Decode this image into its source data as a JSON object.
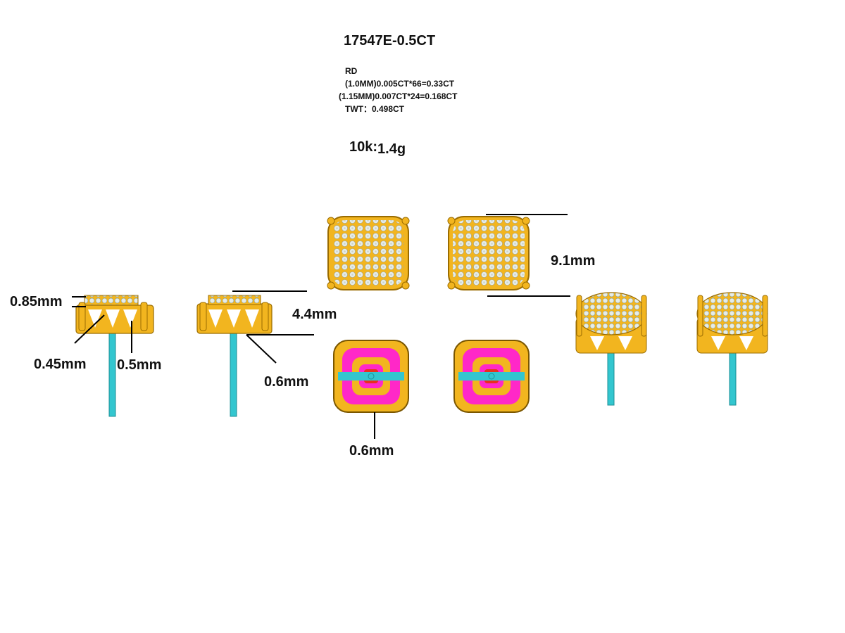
{
  "header": {
    "title": "17547E-0.5CT",
    "stone_type": "RD",
    "stone_lines": [
      "(1.0MM)0.005CT*66=0.33CT",
      "(1.15MM)0.007CT*24=0.168CT",
      "TWT：0.498CT"
    ],
    "metal_label": "10k:",
    "metal_weight": "1.4g"
  },
  "dimensions": {
    "top_thickness": "0.85mm",
    "side_wall": "0.45mm",
    "post_gauge": "0.5mm",
    "height": "4.4mm",
    "prong": "0.6mm",
    "width": "9.1mm",
    "gallery_wire": "0.6mm"
  },
  "colors": {
    "gold": "#f2b51f",
    "gold_dark": "#b07c00",
    "diamond": "#e6ece8",
    "post": "#33c6cf",
    "magenta": "#ff28c8",
    "red": "#e8301e",
    "line": "#000000"
  }
}
